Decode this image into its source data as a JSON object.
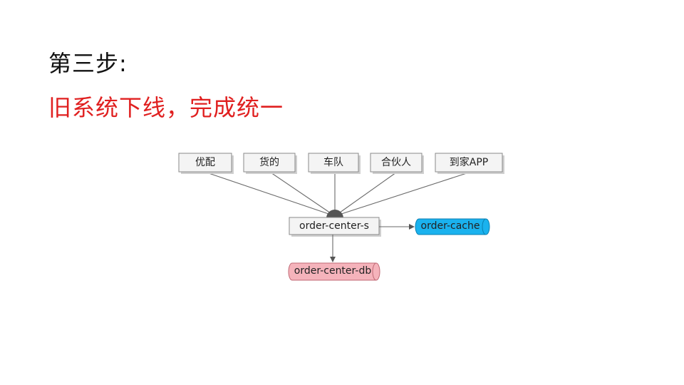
{
  "slide": {
    "title": "第三步:",
    "subtitle": "旧系统下线，完成统一"
  },
  "diagram": {
    "clients": [
      {
        "id": "youpei",
        "label": "优配"
      },
      {
        "id": "huodi",
        "label": "货的"
      },
      {
        "id": "chedui",
        "label": "车队"
      },
      {
        "id": "hehuoren",
        "label": "合伙人"
      },
      {
        "id": "daojia",
        "label": "到家APP"
      }
    ],
    "service": {
      "label": "order-center-s"
    },
    "cache": {
      "label": "order-cache",
      "color": "#1ab2ee"
    },
    "database": {
      "label": "order-center-db",
      "color": "#f5b3bb"
    }
  }
}
